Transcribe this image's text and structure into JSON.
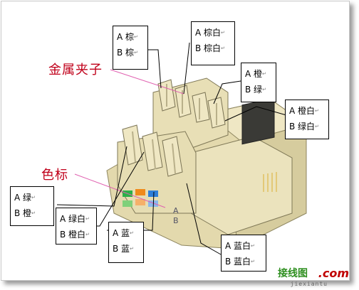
{
  "callouts": {
    "metal_clip": "金属夹子",
    "color_label": "色标"
  },
  "boxes": [
    {
      "id": "box1",
      "line1": "A 棕",
      "line2": "B 棕"
    },
    {
      "id": "box2",
      "line1": "A 棕白",
      "line2": "B 棕白"
    },
    {
      "id": "box3",
      "line1": "A 橙",
      "line2": "B 绿"
    },
    {
      "id": "box4",
      "line1": "A 橙白",
      "line2": "B 绿白"
    },
    {
      "id": "box5",
      "line1": "A 绿",
      "line2": "B 橙"
    },
    {
      "id": "box6",
      "line1": "A 绿白",
      "line2": "B 橙白"
    },
    {
      "id": "box7",
      "line1": "A 蓝",
      "line2": "B 蓝"
    },
    {
      "id": "box8",
      "line1": "A 蓝白",
      "line2": "B 蓝白"
    }
  ],
  "jack_print": {
    "a": "A",
    "b": "B"
  },
  "watermark": {
    "cn": "接线图",
    "en": ".com",
    "url": "jiexiantu"
  },
  "return_mark": "↵",
  "colors": {
    "body": "#e9e0b8",
    "callout_red": "#c0001a",
    "pointer_pink": "#e060b0"
  }
}
